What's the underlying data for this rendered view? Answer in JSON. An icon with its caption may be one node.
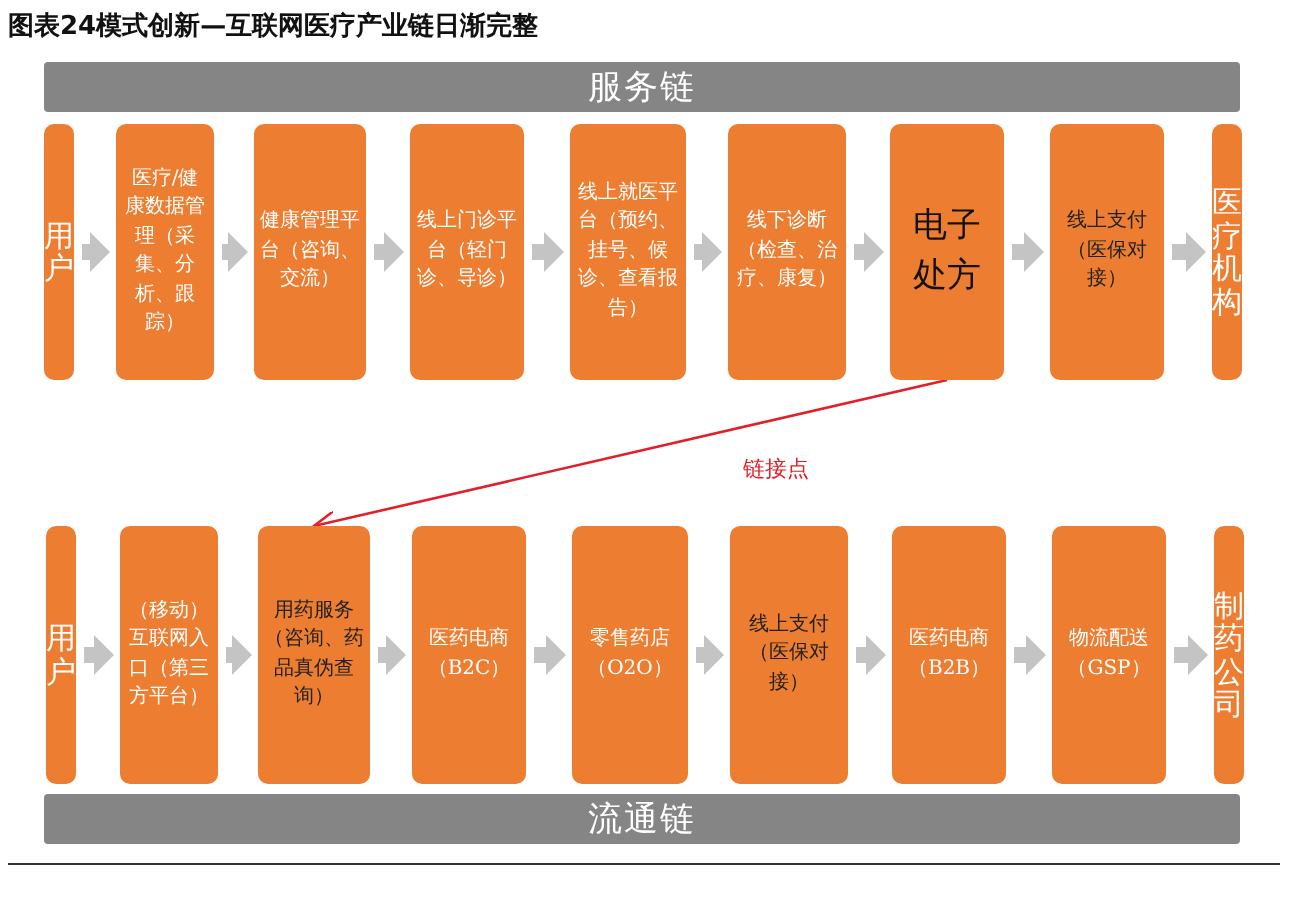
{
  "diagram": {
    "title": "图表24模式创新—互联网医疗产业链日渐完整",
    "nodes": [
      {
        "text": [
          "服务链"
        ]
      },
      {
        "text": [
          "用户"
        ]
      },
      {
        "text": [
          "医疗/健康数据管理（采集、分析、跟踪）"
        ]
      },
      {
        "text": [
          "健康管理平台（咨询、交流）"
        ]
      },
      {
        "text": [
          "线上门诊平台（轻门诊、导诊）"
        ]
      },
      {
        "text": [
          "线上就医平台（预约、挂号、候诊、查看报告）"
        ]
      },
      {
        "text": [
          "线下诊断（检查、治疗、康复）"
        ]
      },
      {
        "text": [
          "电子处方"
        ]
      },
      {
        "text": [
          "线上支付（医保对接）"
        ]
      },
      {
        "text": [
          "医疗机构"
        ]
      },
      {
        "text": [
          "用户"
        ]
      },
      {
        "text": [
          "（移动）互联网入口（第三方平台）"
        ]
      },
      {
        "text": [
          "用药服务（咨询、药品真伪查询）"
        ]
      },
      {
        "text": [
          "医药电商（B2C）"
        ]
      },
      {
        "text": [
          "零售药店（O2O）"
        ]
      },
      {
        "text": [
          "线上支付（医保对接）"
        ]
      },
      {
        "text": [
          "医药电商（B2B）"
        ]
      },
      {
        "text": [
          "物流配送（GSP）"
        ]
      },
      {
        "text": [
          "制药公司"
        ]
      },
      {
        "text": [
          "流通链"
        ]
      }
    ],
    "edges": [
      {
        "from": 1,
        "to": 2,
        "arrow": "to"
      },
      {
        "from": 2,
        "to": 3,
        "arrow": "to"
      },
      {
        "from": 3,
        "to": 4,
        "arrow": "to"
      },
      {
        "from": 4,
        "to": 5,
        "arrow": "to"
      },
      {
        "from": 5,
        "to": 6,
        "arrow": "to"
      },
      {
        "from": 6,
        "to": 7,
        "arrow": "to"
      },
      {
        "from": 7,
        "to": 8,
        "arrow": "to"
      },
      {
        "from": 8,
        "to": 9,
        "arrow": "to"
      },
      {
        "from": 10,
        "to": 11,
        "arrow": "to"
      },
      {
        "from": 11,
        "to": 12,
        "arrow": "to"
      },
      {
        "from": 12,
        "to": 13,
        "arrow": "to"
      },
      {
        "from": 13,
        "to": 14,
        "arrow": "to"
      },
      {
        "from": 14,
        "to": 15,
        "arrow": "to"
      },
      {
        "from": 15,
        "to": 16,
        "arrow": "to"
      },
      {
        "from": 16,
        "to": 17,
        "arrow": "to"
      },
      {
        "from": 17,
        "to": 18,
        "arrow": "to"
      },
      {
        "from": 7,
        "to": 12,
        "arrow": "to",
        "label": "链接点",
        "color": "#e0202a"
      }
    ]
  }
}
